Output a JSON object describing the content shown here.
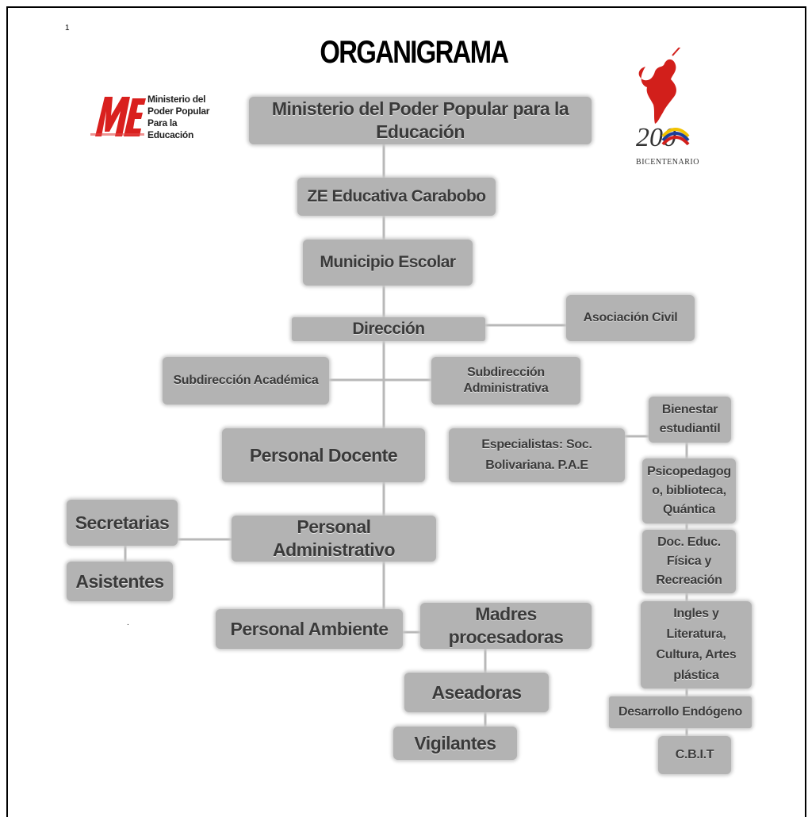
{
  "title": "ORGANIGRAMA",
  "logos": {
    "ministry": {
      "line1": "Ministerio del",
      "line2": "Poder Popular",
      "line3": "Para la Educación"
    },
    "bicentenario": {
      "number": "200",
      "label": "BICENTENARIO"
    }
  },
  "nodes": {
    "ministerio": "Ministerio del Poder Popular para la Educación",
    "ze": "ZE Educativa Carabobo",
    "municipio": "Municipio Escolar",
    "direccion": "Dirección",
    "asociacion": "Asociación Civil",
    "sub_academica": "Subdirección Académica",
    "sub_administrativa": {
      "line1": "Subdirección",
      "line2": "Administrativa"
    },
    "docente": "Personal Docente",
    "especialistas": {
      "line1": "Especialistas:  Soc.",
      "line2": "Bolivariana. P.A.E"
    },
    "bienestar": {
      "line1": "Bienestar",
      "line2": "estudiantil"
    },
    "psicopedagogo": {
      "line1": "Psicopedagog",
      "line2": "o, biblioteca,",
      "line3": "Quántica"
    },
    "educ_fisica": {
      "line1": "Doc. Educ.",
      "line2": "Física y",
      "line3": "Recreación"
    },
    "ingles": {
      "line1": "Ingles y",
      "line2": "Literatura,",
      "line3": "Cultura, Artes",
      "line4": "plástica"
    },
    "desarrollo": "Desarrollo Endógeno",
    "cbit": "C.B.I.T",
    "secretarias": "Secretarias",
    "asistentes": "Asistentes",
    "administrativo": "Personal Administrativo",
    "ambiente": "Personal Ambiente",
    "madres": "Madres procesadoras",
    "aseadoras": "Aseadoras",
    "vigilantes": "Vigilantes"
  },
  "colors": {
    "box_fill": "#b3b3b3",
    "text": "#3a3a3a",
    "connector": "#b8b8b8",
    "me_red": "#d9201e",
    "bic_red": "#d21f1b",
    "flag_yellow": "#f2c200",
    "flag_blue": "#1d3f9a"
  }
}
